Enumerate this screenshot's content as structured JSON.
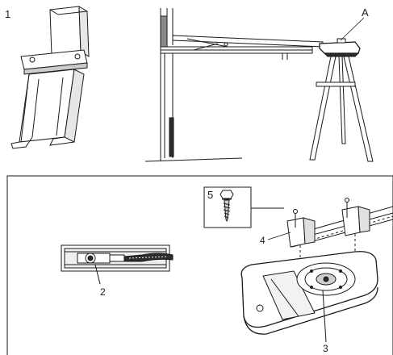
{
  "callouts": {
    "one": "1",
    "a": "A",
    "two": "2",
    "three": "3",
    "four": "4",
    "five": "5"
  },
  "colors": {
    "line": "#1a1a1a",
    "fill_dark": "#2b2b2b",
    "fill_mid": "#7a7a7a",
    "fill_light": "#d9d9d9",
    "background": "#ffffff"
  }
}
